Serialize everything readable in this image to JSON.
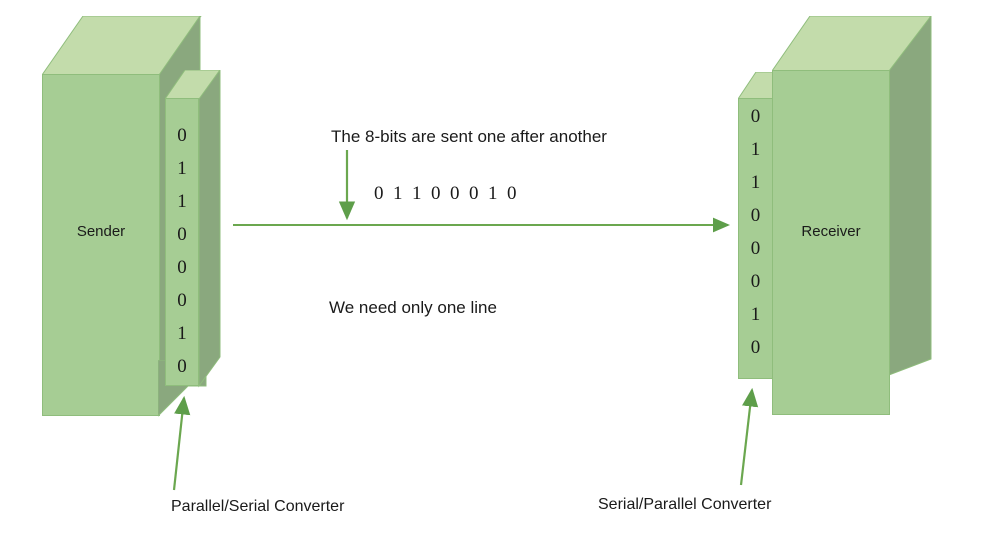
{
  "diagram": {
    "title_note": "The 8-bits are sent one after another",
    "line_note": "We need only one line",
    "serial_bits_text": "0  1  1  0  0  0  1  0",
    "serial_bits": [
      "0",
      "1",
      "1",
      "0",
      "0",
      "0",
      "1",
      "0"
    ],
    "colors": {
      "block_front": "#a6cd94",
      "block_top": "#c3dcab",
      "block_side": "#8aa87e",
      "block_edge": "#8fbd7c",
      "arrow": "#5e9e4a",
      "text": "#1a1a1a",
      "background": "#ffffff"
    }
  },
  "sender": {
    "label": "Sender",
    "bits": [
      "0",
      "1",
      "1",
      "0",
      "0",
      "0",
      "1",
      "0"
    ],
    "converter_label": "Parallel/Serial Converter"
  },
  "receiver": {
    "label": "Receiver",
    "bits": [
      "0",
      "1",
      "1",
      "0",
      "0",
      "0",
      "1",
      "0"
    ],
    "converter_label": "Serial/Parallel Converter"
  }
}
